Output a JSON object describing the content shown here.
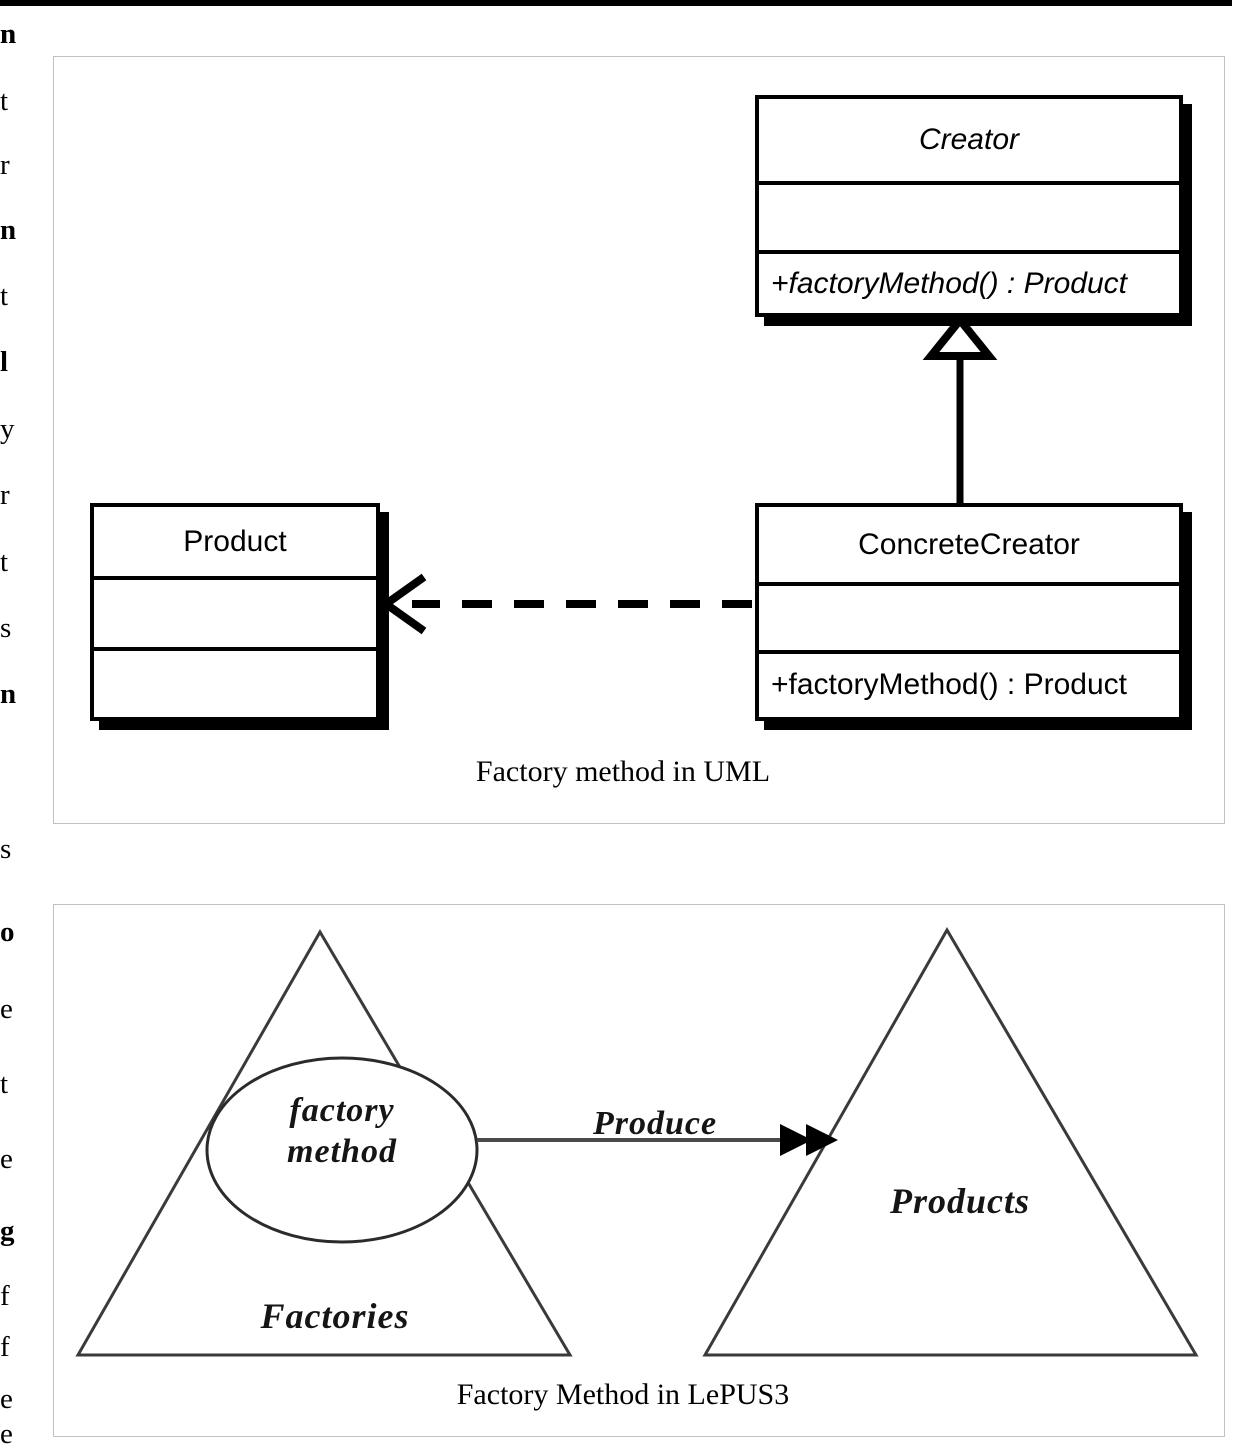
{
  "page": {
    "margin_fragments_top": [
      "n",
      "t",
      "r",
      "n",
      "t",
      "l",
      "y",
      "r",
      "t",
      "s",
      "n"
    ],
    "margin_fragments_bottom": [
      "s",
      "o",
      "e",
      "t",
      "e",
      "g",
      "f",
      "f",
      "e",
      "e"
    ],
    "ink_color": "#000000",
    "frame_color": "#c2c2c2"
  },
  "figures": [
    {
      "id": "uml",
      "caption": "Factory method in UML",
      "classes": [
        {
          "key": "creator",
          "name": "Creator",
          "abstract": true,
          "compartments": [
            "Creator",
            "",
            "+factoryMethod() : Product"
          ]
        },
        {
          "key": "concrete_creator",
          "name": "ConcreteCreator",
          "abstract": false,
          "compartments": [
            "ConcreteCreator",
            "",
            "+factoryMethod() : Product"
          ]
        },
        {
          "key": "product",
          "name": "Product",
          "abstract": false,
          "compartments": [
            "Product",
            "",
            ""
          ]
        }
      ],
      "relations": [
        {
          "type": "generalization",
          "from": "ConcreteCreator",
          "to": "Creator",
          "style": "solid-line-hollow-triangle"
        },
        {
          "type": "dependency",
          "from": "ConcreteCreator",
          "to": "Product",
          "style": "dashed-line-open-arrow"
        }
      ]
    },
    {
      "id": "lepus3",
      "caption": "Factory Method in LePUS3",
      "nodes": [
        {
          "key": "factories",
          "label": "Factories",
          "shape": "triangle"
        },
        {
          "key": "factory_method",
          "label": "factory\nmethod",
          "shape": "ellipse"
        },
        {
          "key": "products",
          "label": "Products",
          "shape": "triangle"
        }
      ],
      "relations": [
        {
          "type": "total-relation",
          "label": "Produce",
          "from": "factory_method",
          "to": "products",
          "style": "solid-line-double-arrow"
        }
      ]
    }
  ]
}
